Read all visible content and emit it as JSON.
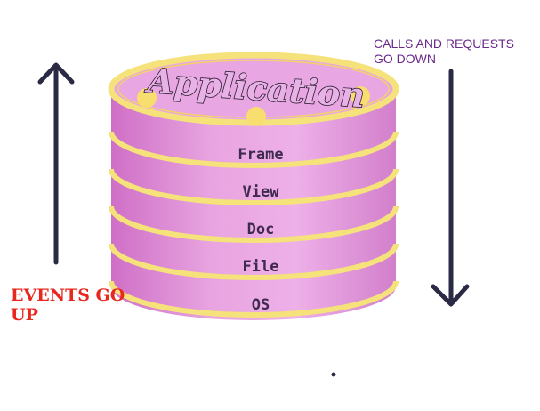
{
  "stack": {
    "title": "Application",
    "layers": [
      "Frame",
      "View",
      "Doc",
      "File",
      "OS"
    ]
  },
  "annotations": {
    "calls_line1": "CALLS AND REQUESTS",
    "calls_line2": "GO DOWN",
    "events_line1": "EVENTS GO",
    "events_line2": "UP"
  },
  "colors": {
    "cylinder_body": "#e39ad9",
    "cylinder_top": "#e8a6e3",
    "rim": "#f5e27a",
    "arrow": "#2b2a45",
    "events_text": "#e8281e",
    "calls_text": "#6a2a8a"
  }
}
